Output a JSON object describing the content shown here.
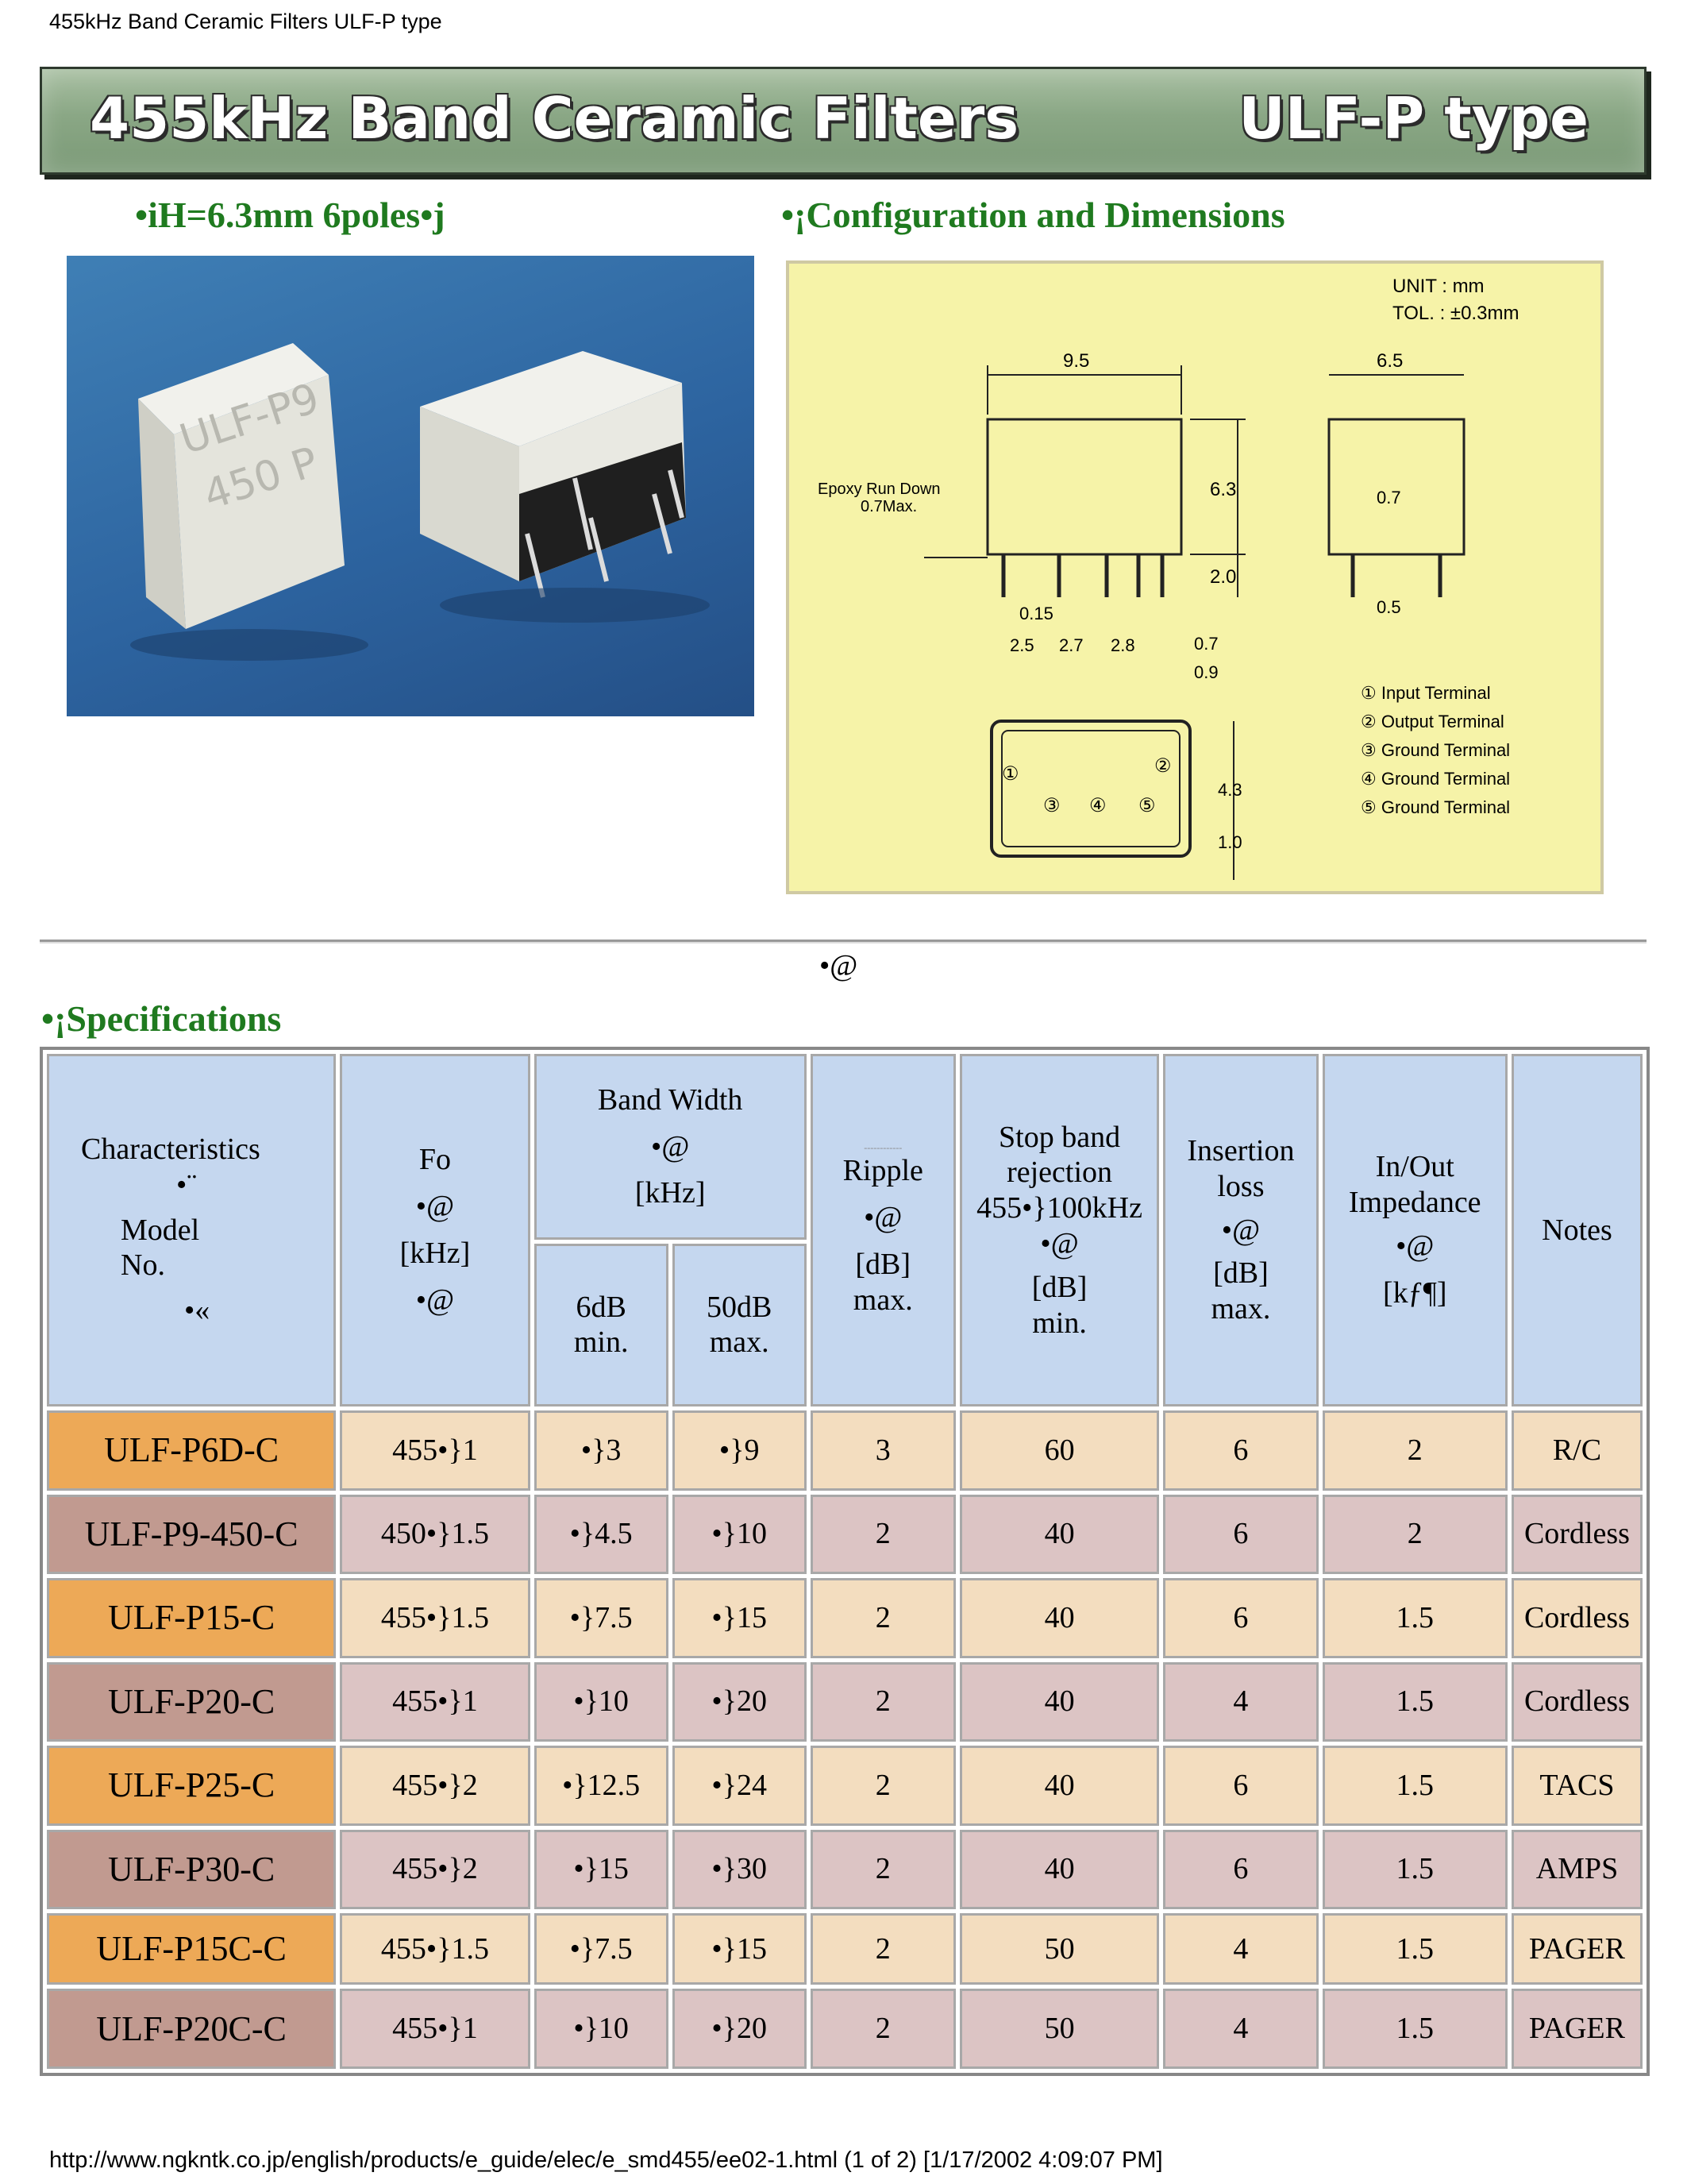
{
  "print_header": "455kHz Band Ceramic Filters ULF-P type",
  "banner": {
    "title": "455kHz Band Ceramic Filters",
    "type": "ULF-P type"
  },
  "photo_section": {
    "heading": "•iH=6.3mm 6poles•j",
    "labels": {
      "left_part": "ULF-P9",
      "left_part_sub": "450 P"
    }
  },
  "config_section": {
    "heading": "•¡Configuration and Dimensions",
    "unit": "UNIT : mm",
    "tolerance": "TOL. : ±0.3mm",
    "epoxy_note": "Epoxy Run Down",
    "epoxy_note2": "0.7Max.",
    "dims": {
      "width": "9.5",
      "depth": "6.5",
      "height": "6.3",
      "lead": "2.0",
      "lead_thick": "0.7",
      "lead_w": "0.5",
      "gap": "0.15",
      "p1": "2.5",
      "p2": "2.7",
      "p3": "2.8",
      "p4": "0.7",
      "p5": "0.9",
      "h1": "4.3",
      "h2": "1.0"
    },
    "terminals": [
      "① Input Terminal",
      "② Output Terminal",
      "③ Ground Terminal",
      "④ Ground Terminal",
      "⑤ Ground Terminal"
    ],
    "pin_marks": [
      "①",
      "②",
      "③",
      "④",
      "⑤"
    ]
  },
  "spacer_mark": "•@",
  "specs": {
    "heading": "•¡Specifications",
    "header": {
      "characteristics": "Characteristics",
      "char_mark": "•¨",
      "model": "Model",
      "no": "No.",
      "model_mark": "•«",
      "fo": "Fo",
      "fo_mark1": "•@",
      "fo_unit": "[kHz]",
      "fo_mark2": "•@",
      "bandwidth": "Band Width",
      "bw_mark": "•@",
      "bw_unit": "[kHz]",
      "bw6_1": "6dB",
      "bw6_2": "min.",
      "bw50_1": "50dB",
      "bw50_2": "max.",
      "ripple_top": "------------",
      "ripple": "Ripple",
      "ripple_mark": "•@",
      "ripple_unit": "[dB]",
      "ripple_lim": "max.",
      "stop1": "Stop band",
      "stop2": "rejection",
      "stop3": "455•}100kHz",
      "stop_mark": "•@",
      "stop_unit": "[dB]",
      "stop_lim": "min.",
      "ins1": "Insertion",
      "ins2": "loss",
      "ins_mark": "•@",
      "ins_unit": "[dB]",
      "ins_lim": "max.",
      "imp1": "In/Out",
      "imp2": "Impedance",
      "imp_mark": "•@",
      "imp_unit": "[kƒ¶]",
      "notes": "Notes"
    },
    "rows": [
      {
        "model": "ULF-P6D-C",
        "fo": "455•}1",
        "bw6": "•}3",
        "bw50": "•}9",
        "ripple": "3",
        "stop": "60",
        "ins": "6",
        "imp": "2",
        "notes": "R/C"
      },
      {
        "model": "ULF-P9-450-C",
        "fo": "450•}1.5",
        "bw6": "•}4.5",
        "bw50": "•}10",
        "ripple": "2",
        "stop": "40",
        "ins": "6",
        "imp": "2",
        "notes": "Cordless"
      },
      {
        "model": "ULF-P15-C",
        "fo": "455•}1.5",
        "bw6": "•}7.5",
        "bw50": "•}15",
        "ripple": "2",
        "stop": "40",
        "ins": "6",
        "imp": "1.5",
        "notes": "Cordless"
      },
      {
        "model": "ULF-P20-C",
        "fo": "455•}1",
        "bw6": "•}10",
        "bw50": "•}20",
        "ripple": "2",
        "stop": "40",
        "ins": "4",
        "imp": "1.5",
        "notes": "Cordless"
      },
      {
        "model": "ULF-P25-C",
        "fo": "455•}2",
        "bw6": "•}12.5",
        "bw50": "•}24",
        "ripple": "2",
        "stop": "40",
        "ins": "6",
        "imp": "1.5",
        "notes": "TACS"
      },
      {
        "model": "ULF-P30-C",
        "fo": "455•}2",
        "bw6": "•}15",
        "bw50": "•}30",
        "ripple": "2",
        "stop": "40",
        "ins": "6",
        "imp": "1.5",
        "notes": "AMPS"
      },
      {
        "model": "ULF-P15C-C",
        "fo": "455•}1.5",
        "bw6": "•}7.5",
        "bw50": "•}15",
        "ripple": "2",
        "stop": "50",
        "ins": "4",
        "imp": "1.5",
        "notes": "PAGER"
      },
      {
        "model": "ULF-P20C-C",
        "fo": "455•}1",
        "bw6": "•}10",
        "bw50": "•}20",
        "ripple": "2",
        "stop": "50",
        "ins": "4",
        "imp": "1.5",
        "notes": "PAGER"
      }
    ]
  },
  "print_footer": "http://www.ngkntk.co.jp/english/products/e_guide/elec/e_smd455/ee02-1.html (1 of 2) [1/17/2002 4:09:07 PM]",
  "colors": {
    "heading_green": "#1f7a1f",
    "header_blue": "#c5d7ef",
    "orange_model": "#eda957",
    "orange_cell": "#f3ddbf",
    "mauve_model": "#c19a90",
    "mauve_cell": "#dcc4c4",
    "diagram_bg": "#f6f3a8"
  }
}
